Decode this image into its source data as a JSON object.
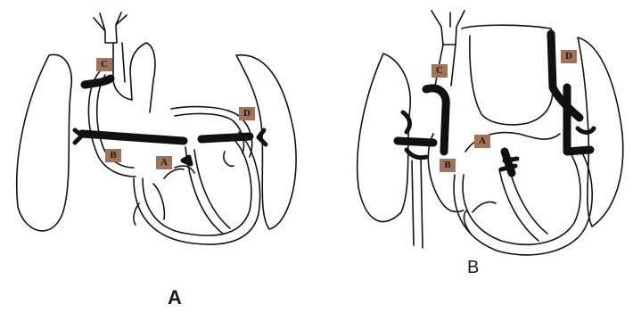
{
  "figure": {
    "panel_a": {
      "caption": "A",
      "markers": [
        "C",
        "B",
        "A",
        "D"
      ]
    },
    "panel_b": {
      "caption": "B",
      "markers": [
        "C",
        "D",
        "A",
        "B"
      ]
    }
  },
  "colors": {
    "marker_fill": "#a0735a",
    "ink": "#111111",
    "background": "#ffffff"
  }
}
